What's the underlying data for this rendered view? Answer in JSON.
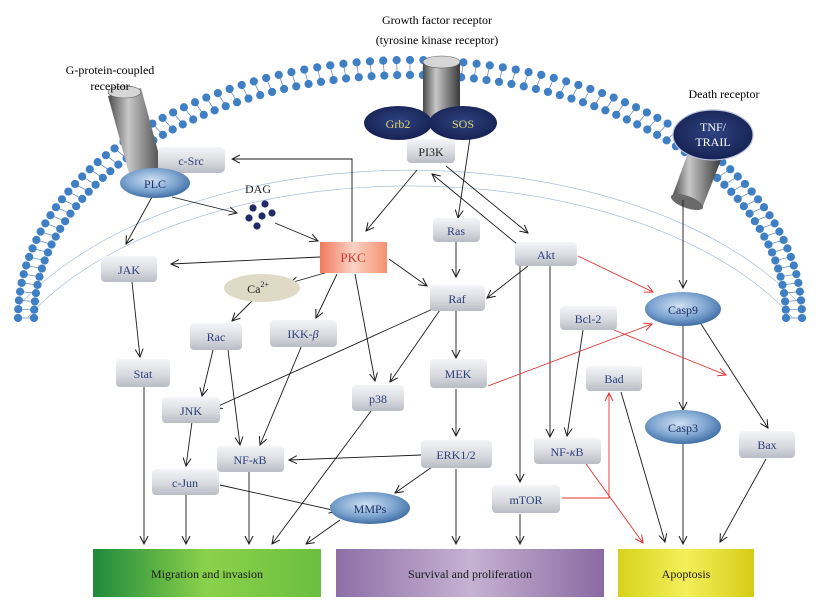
{
  "receptors": {
    "gpcr": "G-protein-coupled receptor",
    "gpcr_line1": "G-protein-coupled",
    "gpcr_line2": "receptor",
    "growth_line1": "Growth factor receptor",
    "growth_line2": "(tyrosine kinase receptor)",
    "death": "Death receptor"
  },
  "nodes": {
    "csrc": "c-Src",
    "plc": "PLC",
    "dag": "DAG",
    "grb2": "Grb2",
    "sos": "SOS",
    "pi3k": "PI3K",
    "tnf_line1": "TNF/",
    "tnf_line2": "TRAIL",
    "jak": "JAK",
    "pkc": "PKC",
    "ca_base": "Ca",
    "ca_sup": "2+",
    "ras": "Ras",
    "akt": "Akt",
    "raf": "Raf",
    "casp9": "Casp9",
    "bcl2": "Bcl-2",
    "rac": "Rac",
    "ikk_base": "IKK-",
    "ikk_greek": "β",
    "stat": "Stat",
    "mek": "MEK",
    "bad": "Bad",
    "jnk": "JNK",
    "p38": "p38",
    "casp3": "Casp3",
    "nfkb_base": "NF-",
    "nfkb_greek": "κ",
    "nfkb_end": "B",
    "erk": "ERK1/2",
    "bax": "Bax",
    "cjun": "c-Jun",
    "mmps": "MMPs",
    "mtor": "mTOR"
  },
  "outcomes": {
    "migration": "Migration and invasion",
    "survival": "Survival and proliferation",
    "apoptosis": "Apoptosis"
  },
  "colors": {
    "activation": "#1a1a1a",
    "apoptosis_link": "#e0312f",
    "migration_box": "#5fb843",
    "survival_box": "#9a7fb0",
    "apoptosis_box": "#e5dc26",
    "pkc": "#f08a6c",
    "membrane_head": "#3f7fc4"
  }
}
